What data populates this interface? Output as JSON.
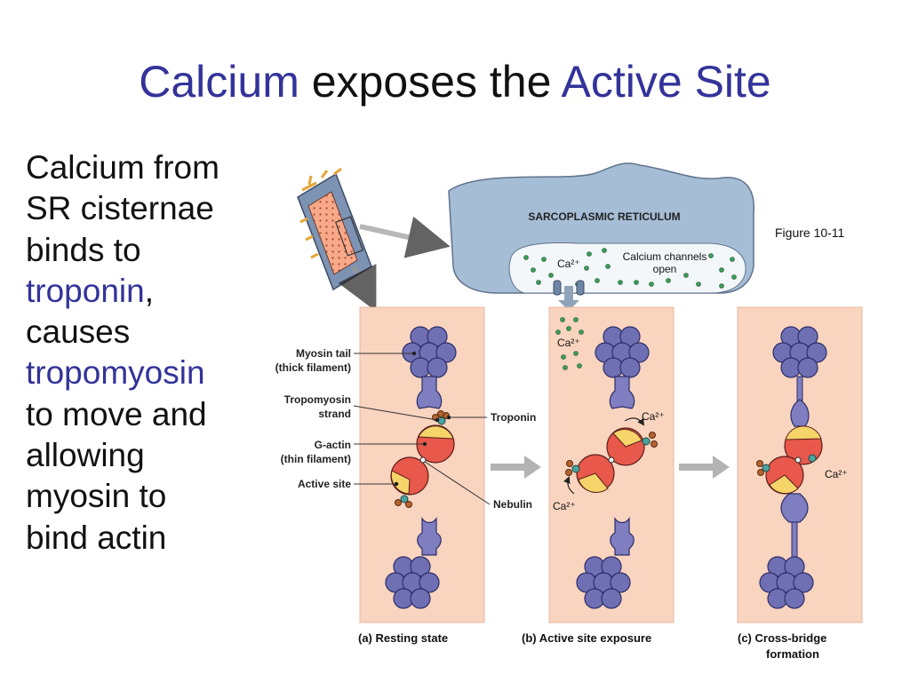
{
  "title": {
    "word1": "Calcium",
    "word2": " exposes the ",
    "word3": "Active Site"
  },
  "body": {
    "line1": "Calcium from",
    "line2": "SR cisternae",
    "line3": "binds to",
    "troponin": "troponin",
    "comma": ",",
    "line5": "causes",
    "tropomyosin": "tropomyosin",
    "line7": "to move and",
    "line8": "allowing",
    "line9": "myosin to",
    "line10": "bind actin"
  },
  "figure_label": "Figure 10-11",
  "diagram": {
    "sr_title": "SARCOPLASMIC RETICULUM",
    "sr_ca": "Ca²⁺",
    "sr_channels_line1": "Calcium channels",
    "sr_channels_line2": "open",
    "labels": {
      "myosin_tail_1": "Myosin tail",
      "myosin_tail_2": "(thick filament)",
      "tropomyosin_1": "Tropomyosin",
      "tropomyosin_2": "strand",
      "g_actin_1": "G-actin",
      "g_actin_2": "(thin filament)",
      "active_site": "Active site",
      "troponin": "Troponin",
      "nebulin": "Nebulin"
    },
    "panel_b_ca_top": "Ca²⁺",
    "panel_b_ca_right": "Ca²⁺",
    "panel_b_ca_left": "Ca²⁺",
    "panel_c_ca": "Ca²⁺",
    "captions": {
      "a": "(a)  Resting state",
      "b": "(b)  Active site exposure",
      "c1": "(c)  Cross-bridge",
      "c2": "formation"
    }
  },
  "colors": {
    "title_highlight": "#33339a",
    "panel_fill": "#f9d4bf",
    "myosin_head": "#6f6fb4",
    "actin_red": "#e8584b",
    "actin_yellow": "#f5d469",
    "sr_blue": "#a6bdd6",
    "calcium_green": "#3b9e58"
  }
}
